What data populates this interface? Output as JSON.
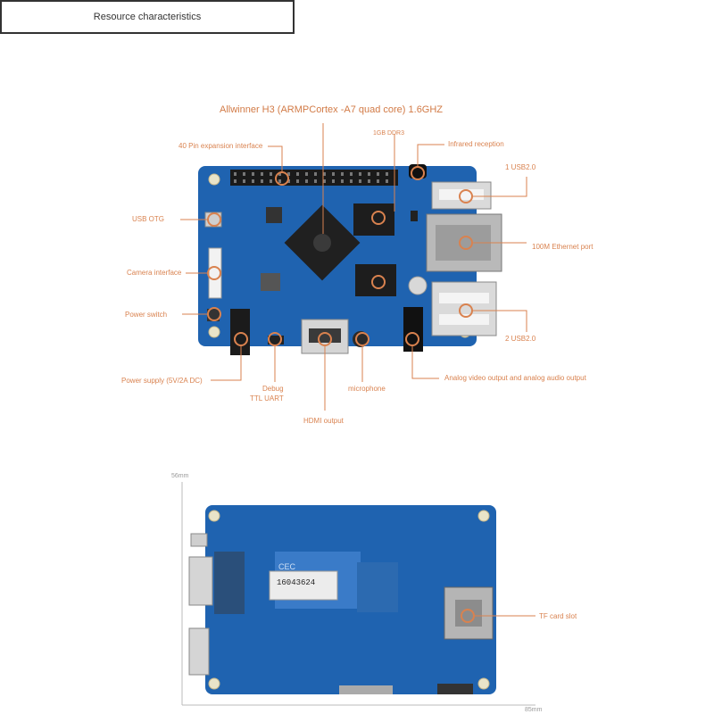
{
  "title": "Resource characteristics",
  "top_labels": {
    "soc": "Allwinner H3 (ARMPCortex -A7 quad core) 1.6GHZ",
    "gpio": "40 Pin expansion interface",
    "ddr": "1GB DDR3",
    "ir": "Infrared reception",
    "usb1": "1 USB2.0",
    "usb_otg": "USB OTG",
    "ethernet": "100M Ethernet port",
    "camera": "Camera interface",
    "power_switch": "Power switch",
    "usb2": "2 USB2.0",
    "power_supply": "Power supply (5V/2A DC)",
    "debug_line1": "Debug",
    "debug_line2": "TTL UART",
    "microphone": "microphone",
    "av_out": "Analog video output and analog audio output",
    "hdmi": "HDMI output"
  },
  "bottom_labels": {
    "tf": "TF card slot",
    "height_dim": "56mm",
    "width_dim": "85mm",
    "sticker": "16043624",
    "cec": "CEC"
  },
  "colors": {
    "pcb": "#1f63b0",
    "accent": "#d9824f",
    "frame": "#333333"
  }
}
